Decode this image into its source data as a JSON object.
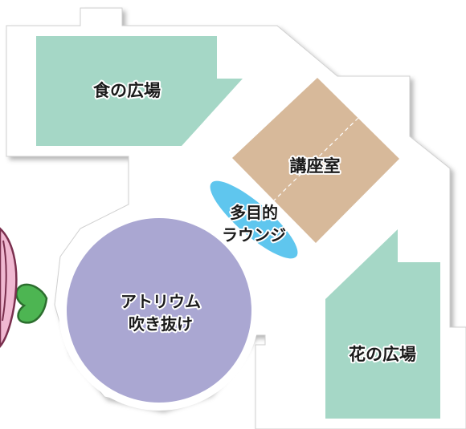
{
  "areas": {
    "food_plaza": {
      "label": "食の広場"
    },
    "lecture_room": {
      "label": "講座室"
    },
    "lounge": {
      "line1": "多目的",
      "line2": "ラウンジ"
    },
    "atrium": {
      "line1": "アトリウム",
      "line2": "吹き抜け"
    },
    "flower_plaza": {
      "label": "花の広場"
    }
  },
  "colors": {
    "floor": "#ffffff",
    "floor_shadow": "#d9d9d9",
    "plaza": "#a5d7c6",
    "lecture_room": "#d7b99a",
    "lounge": "#5fc6ee",
    "atrium": "#aaa7d2",
    "mascot_pink": "#f0b8d1",
    "mascot_green": "#4db552"
  },
  "icons": {
    "mascot": "tulip-mascot-icon"
  }
}
